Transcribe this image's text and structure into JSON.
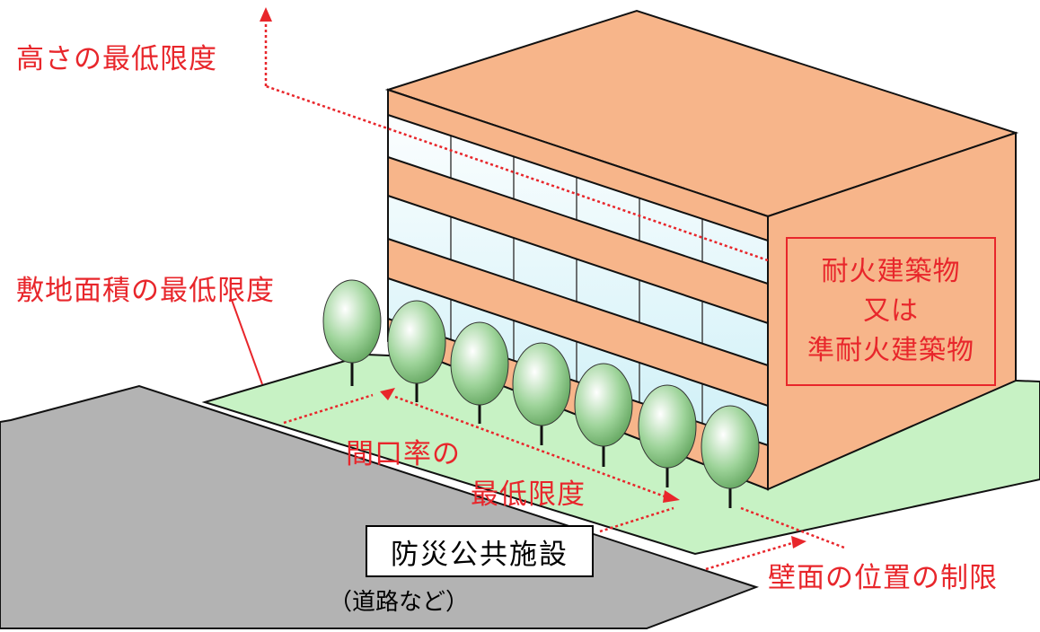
{
  "labels": {
    "height_min": "高さの最低限度",
    "site_area_min": "敷地面積の最低限度",
    "frontage_line1": "間口率の",
    "frontage_line2": "最低限度",
    "wall_position": "壁面の位置の制限",
    "fire_line1": "耐火建築物",
    "fire_line2": "又は",
    "fire_line3": "準耐火建築物",
    "facility": "防災公共施設",
    "road_note": "（道路など）"
  },
  "colors": {
    "building": "#f7b58a",
    "window": "#d9f3f8",
    "lawn": "#c7f2c4",
    "road": "#b3b3b3",
    "annotation": "#e8262b"
  },
  "trees_count": 7
}
